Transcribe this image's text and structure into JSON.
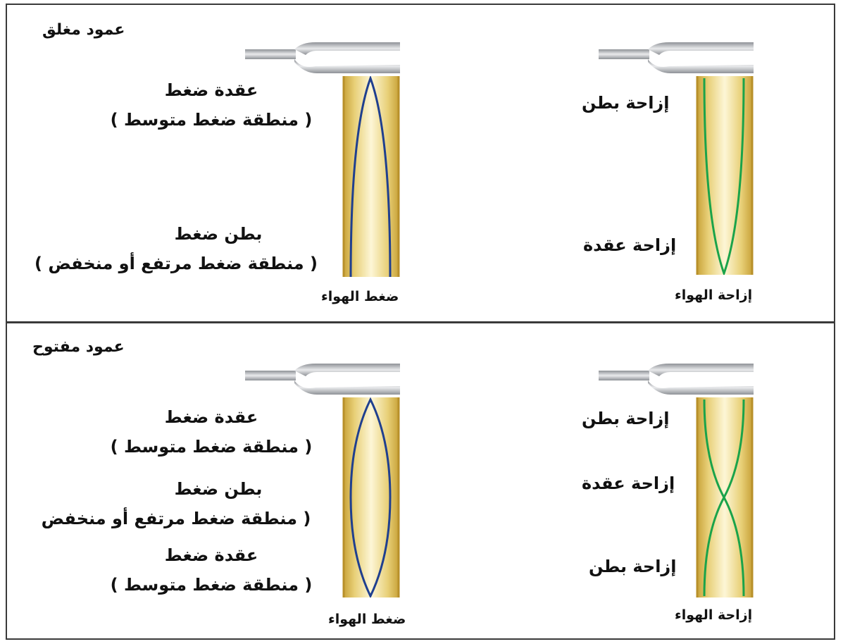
{
  "panels": [
    {
      "title": "عمود مغلق",
      "pressure": {
        "top_label": "عقدة ضغط",
        "top_sub": "( منطقة ضغط متوسط )",
        "bottom_label": "بطن  ضغط",
        "bottom_sub": "( منطقة ضغط مرتفع أو منخفض )",
        "caption": "ضغط الهواء",
        "curve_color": "#1f3f8f"
      },
      "displacement": {
        "top_label": "إزاحة بطن",
        "bottom_label": "إزاحة عقدة",
        "caption": "إزاحة الهواء",
        "curve_color": "#1aa34a"
      }
    },
    {
      "title": "عمود مفتوح",
      "pressure": {
        "labels": [
          {
            "main": "عقدة ضغط",
            "sub": "( منطقة ضغط متوسط )"
          },
          {
            "main": "بطن  ضغط",
            "sub": "( منطقة ضغط مرتفع أو منخفض"
          },
          {
            "main": "عقدة ضغط",
            "sub": "( منطقة ضغط متوسط )"
          }
        ],
        "caption": "ضغط الهواء",
        "curve_color": "#1f3f8f"
      },
      "displacement": {
        "labels": [
          "إزاحة بطن",
          "إزاحة عقدة",
          "إزاحة بطن"
        ],
        "caption": "إزاحة الهواء",
        "curve_color": "#1aa34a"
      }
    }
  ],
  "colors": {
    "tube_gold": "#d9b84a",
    "tube_light": "#fbf1c8",
    "fork_gray": "#a7a9ad",
    "border": "#3a3a3a"
  },
  "icons": [
    "tuning-fork-icon"
  ]
}
